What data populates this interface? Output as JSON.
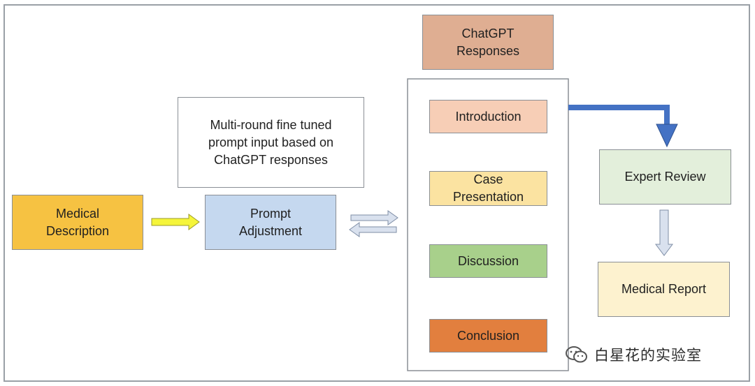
{
  "nodes": {
    "medical_description": "Medical\nDescription",
    "prompt_adjustment": "Prompt\nAdjustment",
    "multi_round_note": "Multi-round fine tuned\nprompt input based on\nChatGPT responses",
    "chatgpt_responses": "ChatGPT\nResponses",
    "introduction": "Introduction",
    "case_presentation": "Case\nPresentation",
    "discussion": "Discussion",
    "conclusion": "Conclusion",
    "expert_review": "Expert Review",
    "medical_report": "Medical Report"
  },
  "colors": {
    "medical_description": "#f6c242",
    "prompt_adjustment": "#c5d8ef",
    "chatgpt_responses": "#dfae92",
    "introduction": "#f7ceb6",
    "case_presentation": "#fbe3a1",
    "discussion": "#a8d08b",
    "conclusion": "#e27f3e",
    "expert_review": "#e3efdb",
    "medical_report": "#fdf2cf",
    "yellow_arrow": "#f5f53a",
    "blue_arrow": "#4472c4",
    "light_arrow": "#d9e1ee"
  },
  "watermark": {
    "icon": "wechat-icon",
    "text": "白星花的实验室"
  }
}
